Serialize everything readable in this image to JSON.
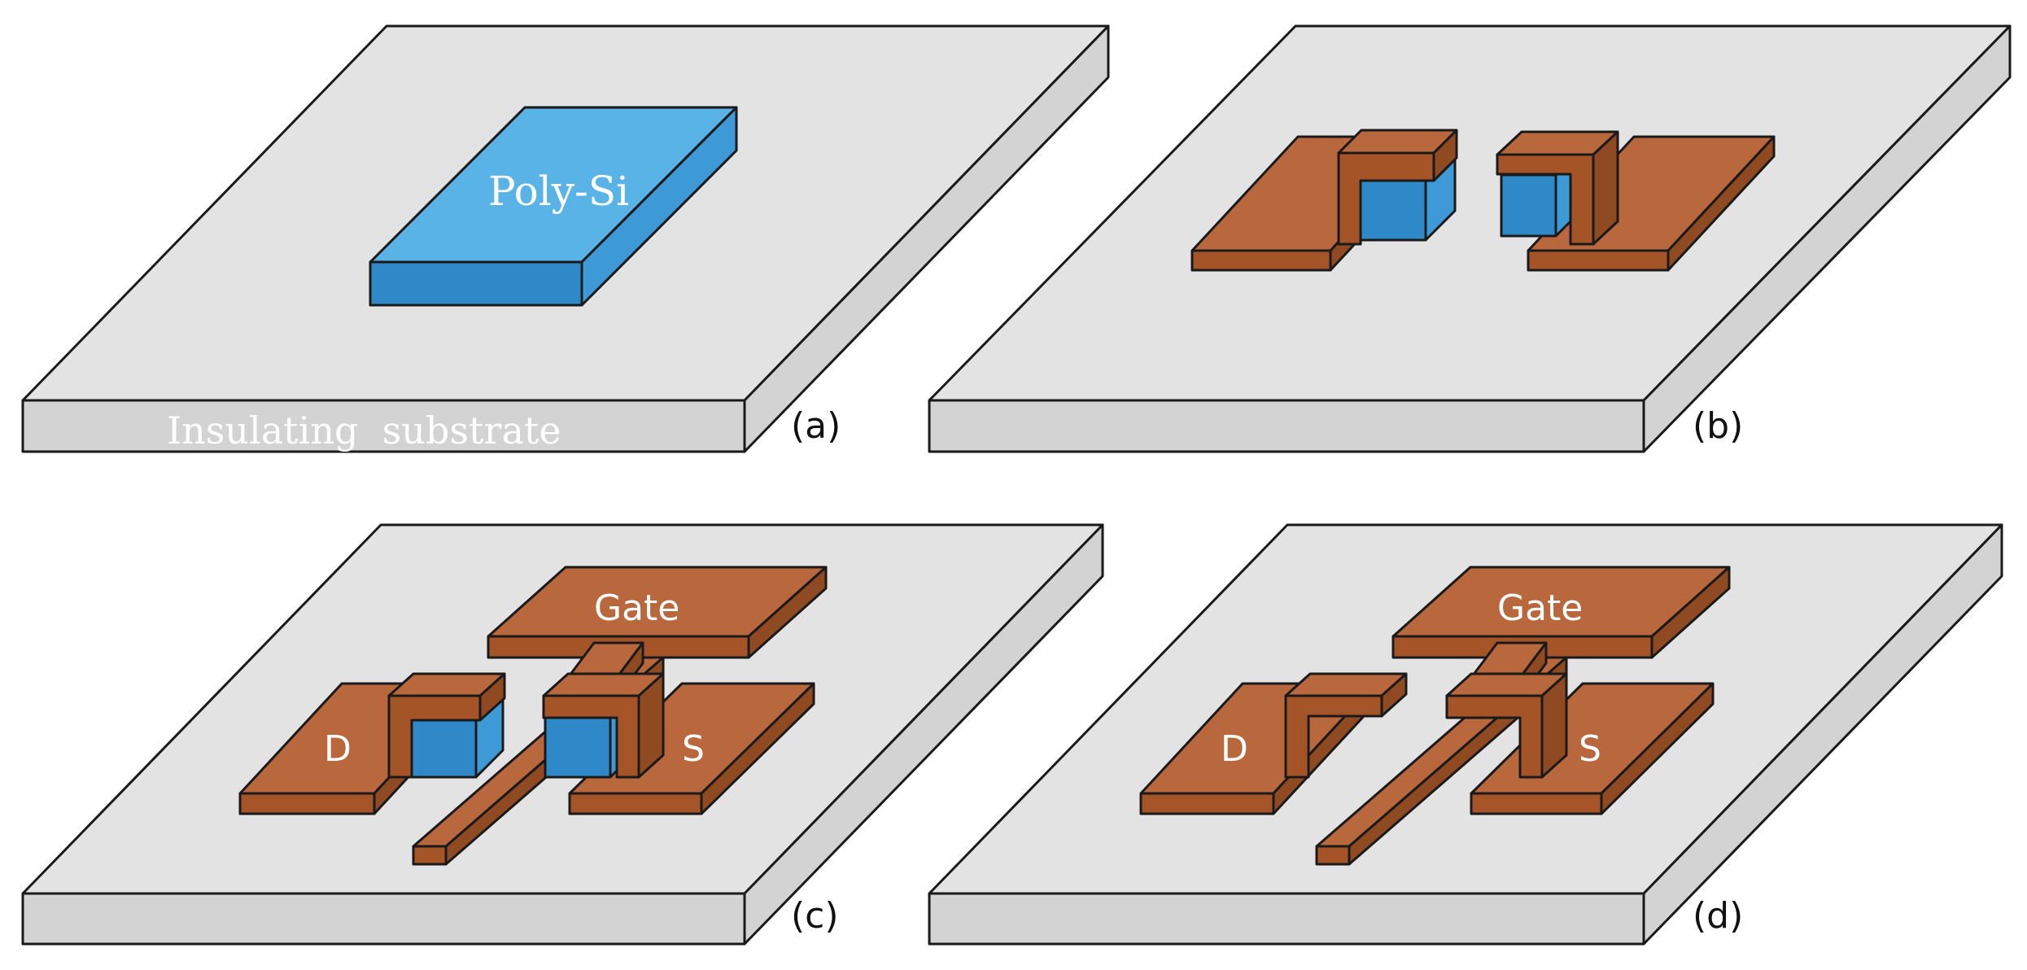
{
  "colors": {
    "substrate_top": "#e3e3e3",
    "substrate_side": "#d3d3d3",
    "outline": "#1a1a1a",
    "poly_top": "#5ab3e6",
    "poly_side": "#3d9ad6",
    "poly_front": "#2f89c8",
    "metal_top": "#b9673c",
    "metal_side": "#8f4a22",
    "metal_front": "#a55428"
  },
  "panels": {
    "a": {
      "tag": "(a)",
      "poly_label": "Poly-Si",
      "substrate_label": "Insulating  substrate"
    },
    "b": {
      "tag": "(b)"
    },
    "c": {
      "tag": "(c)",
      "gate_label": "Gate",
      "drain_label": "D",
      "source_label": "S"
    },
    "d": {
      "tag": "(d)",
      "gate_label": "Gate",
      "drain_label": "D",
      "source_label": "S"
    }
  }
}
